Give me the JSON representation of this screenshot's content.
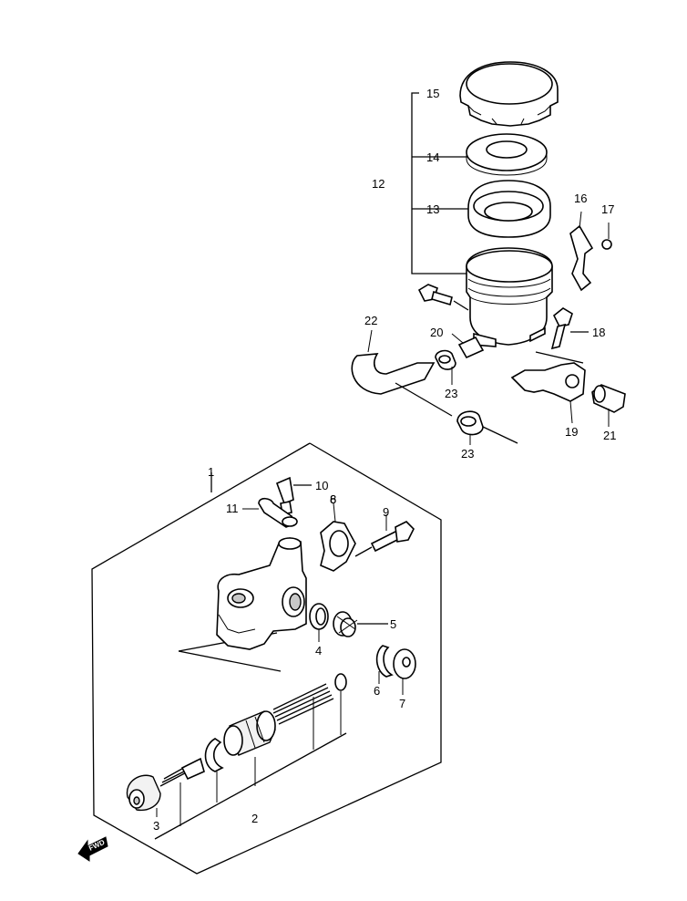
{
  "callouts": {
    "c1": "1",
    "c2": "2",
    "c3": "3",
    "c4": "4",
    "c5": "5",
    "c6a": "6",
    "c6b": "6",
    "c7": "7",
    "c8": "8",
    "c9": "9",
    "c10": "10",
    "c11": "11",
    "c12": "12",
    "c13": "13",
    "c14": "14",
    "c15": "15",
    "c16": "16",
    "c17": "17",
    "c18": "18",
    "c19": "19",
    "c20": "20",
    "c21": "21",
    "c22": "22",
    "c23a": "23",
    "c23b": "23"
  },
  "forward_arrow": {
    "label": "FWD"
  }
}
